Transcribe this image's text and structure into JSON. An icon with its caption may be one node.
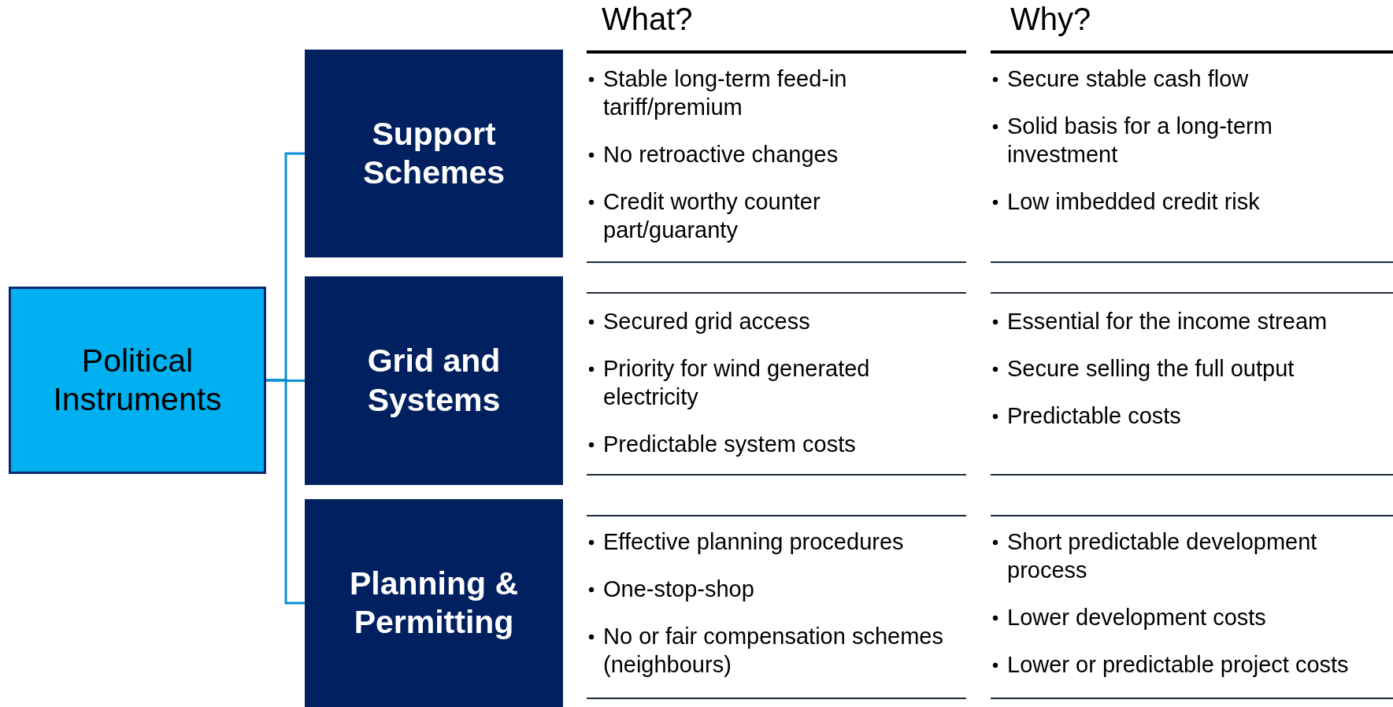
{
  "diagram": {
    "nodes": [
      {
        "text": [
          "Political Instruments"
        ]
      },
      {
        "text": [
          "Support Schemes"
        ]
      },
      {
        "text": [
          "Grid and Systems"
        ]
      },
      {
        "text": [
          "Planning & Permitting"
        ]
      }
    ],
    "edges": [
      {
        "from": 0,
        "to": 1,
        "arrow": "none"
      },
      {
        "from": 0,
        "to": 2,
        "arrow": "none"
      },
      {
        "from": 0,
        "to": 3,
        "arrow": "none"
      }
    ],
    "labels": [
      "What?",
      "Why?",
      "Stable long-term feed-in tariff/premium",
      "No retroactive changes",
      "Credit worthy counter part/guaranty",
      "Secure stable cash flow",
      "Solid basis for a long-term investment",
      "Low imbedded credit risk",
      "Secured grid access",
      "Priority for wind generated electricity",
      "Predictable system costs",
      "Essential for the income stream",
      "Secure selling the full output",
      "Predictable costs",
      "Effective planning procedures",
      "One-stop-shop",
      "No or fair compensation schemes (neighbours)",
      "Short predictable development process",
      "Lower development costs",
      "Lower or predictable project costs"
    ]
  }
}
